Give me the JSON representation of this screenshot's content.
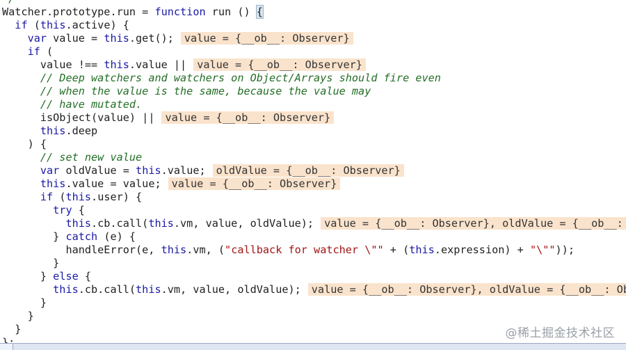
{
  "editor": {
    "lines": [
      {
        "indent": 0,
        "segments": [
          {
            "t": "cm",
            "v": "*/"
          }
        ]
      },
      {
        "indent": 0,
        "segments": [
          {
            "t": "plain",
            "v": "Watcher.prototype.run = "
          },
          {
            "t": "kw",
            "v": "function"
          },
          {
            "t": "plain",
            "v": " run () "
          },
          {
            "t": "brace-hl",
            "v": "{"
          }
        ]
      },
      {
        "indent": 1,
        "segments": [
          {
            "t": "kw",
            "v": "if"
          },
          {
            "t": "plain",
            "v": " ("
          },
          {
            "t": "kw",
            "v": "this"
          },
          {
            "t": "plain",
            "v": ".active) {"
          }
        ]
      },
      {
        "indent": 2,
        "segments": [
          {
            "t": "kw",
            "v": "var"
          },
          {
            "t": "plain",
            "v": " value = "
          },
          {
            "t": "kw",
            "v": "this"
          },
          {
            "t": "plain",
            "v": ".get();"
          }
        ],
        "inline": "value = {__ob__: Observer}"
      },
      {
        "indent": 2,
        "segments": [
          {
            "t": "kw",
            "v": "if"
          },
          {
            "t": "plain",
            "v": " ("
          }
        ]
      },
      {
        "indent": 3,
        "segments": [
          {
            "t": "plain",
            "v": "value !== "
          },
          {
            "t": "kw",
            "v": "this"
          },
          {
            "t": "plain",
            "v": ".value ||"
          }
        ],
        "inline": "value = {__ob__: Observer}"
      },
      {
        "indent": 3,
        "segments": [
          {
            "t": "cm",
            "v": "// Deep watchers and watchers on Object/Arrays should fire even"
          }
        ]
      },
      {
        "indent": 3,
        "segments": [
          {
            "t": "cm",
            "v": "// when the value is the same, because the value may"
          }
        ]
      },
      {
        "indent": 3,
        "segments": [
          {
            "t": "cm",
            "v": "// have mutated."
          }
        ]
      },
      {
        "indent": 3,
        "segments": [
          {
            "t": "plain",
            "v": "isObject(value) ||"
          }
        ],
        "inline": "value = {__ob__: Observer}"
      },
      {
        "indent": 3,
        "segments": [
          {
            "t": "kw",
            "v": "this"
          },
          {
            "t": "plain",
            "v": ".deep"
          }
        ]
      },
      {
        "indent": 2,
        "segments": [
          {
            "t": "plain",
            "v": ") {"
          }
        ]
      },
      {
        "indent": 3,
        "segments": [
          {
            "t": "cm",
            "v": "// set new value"
          }
        ]
      },
      {
        "indent": 3,
        "segments": [
          {
            "t": "kw",
            "v": "var"
          },
          {
            "t": "plain",
            "v": " oldValue = "
          },
          {
            "t": "kw",
            "v": "this"
          },
          {
            "t": "plain",
            "v": ".value;"
          }
        ],
        "inline": "oldValue = {__ob__: Observer}"
      },
      {
        "indent": 3,
        "segments": [
          {
            "t": "kw",
            "v": "this"
          },
          {
            "t": "plain",
            "v": ".value = value;"
          }
        ],
        "inline": "value = {__ob__: Observer}"
      },
      {
        "indent": 3,
        "segments": [
          {
            "t": "kw",
            "v": "if"
          },
          {
            "t": "plain",
            "v": " ("
          },
          {
            "t": "kw",
            "v": "this"
          },
          {
            "t": "plain",
            "v": ".user) {"
          }
        ]
      },
      {
        "indent": 4,
        "segments": [
          {
            "t": "kw",
            "v": "try"
          },
          {
            "t": "plain",
            "v": " {"
          }
        ]
      },
      {
        "indent": 5,
        "segments": [
          {
            "t": "kw",
            "v": "this"
          },
          {
            "t": "plain",
            "v": ".cb.call("
          },
          {
            "t": "kw",
            "v": "this"
          },
          {
            "t": "plain",
            "v": ".vm, value, oldValue);"
          }
        ],
        "inline": "value = {__ob__: Observer}, oldValue = {__ob__:"
      },
      {
        "indent": 4,
        "segments": [
          {
            "t": "plain",
            "v": "} "
          },
          {
            "t": "kw",
            "v": "catch"
          },
          {
            "t": "plain",
            "v": " (e) {"
          }
        ]
      },
      {
        "indent": 5,
        "segments": [
          {
            "t": "plain",
            "v": "handleError(e, "
          },
          {
            "t": "kw",
            "v": "this"
          },
          {
            "t": "plain",
            "v": ".vm, ("
          },
          {
            "t": "str",
            "v": "\"callback for watcher \\\"\""
          },
          {
            "t": "plain",
            "v": " + ("
          },
          {
            "t": "kw",
            "v": "this"
          },
          {
            "t": "plain",
            "v": ".expression) + "
          },
          {
            "t": "str",
            "v": "\"\\\"\""
          },
          {
            "t": "plain",
            "v": "));"
          }
        ]
      },
      {
        "indent": 4,
        "segments": [
          {
            "t": "plain",
            "v": "}"
          }
        ]
      },
      {
        "indent": 3,
        "segments": [
          {
            "t": "plain",
            "v": "} "
          },
          {
            "t": "kw",
            "v": "else"
          },
          {
            "t": "plain",
            "v": " {"
          }
        ]
      },
      {
        "indent": 4,
        "segments": [
          {
            "t": "kw",
            "v": "this"
          },
          {
            "t": "plain",
            "v": ".cb.call("
          },
          {
            "t": "kw",
            "v": "this"
          },
          {
            "t": "plain",
            "v": ".vm, value, oldValue);"
          }
        ],
        "inline": "value = {__ob__: Observer}, oldValue = {__ob__: Ob"
      },
      {
        "indent": 3,
        "segments": [
          {
            "t": "plain",
            "v": "}"
          }
        ]
      },
      {
        "indent": 2,
        "segments": [
          {
            "t": "plain",
            "v": "}"
          }
        ]
      },
      {
        "indent": 1,
        "segments": [
          {
            "t": "plain",
            "v": "}"
          }
        ]
      },
      {
        "indent": 0,
        "segments": [
          {
            "t": "plain",
            "v": "};"
          }
        ]
      }
    ]
  },
  "colors": {
    "keyword": "#1a1aa6",
    "comment": "#236e25",
    "string": "#a31515",
    "inline_value_bg": "#fae3cc",
    "brace_highlight": "#d8e4ee"
  },
  "watermark": "@稀土掘金技术社区"
}
